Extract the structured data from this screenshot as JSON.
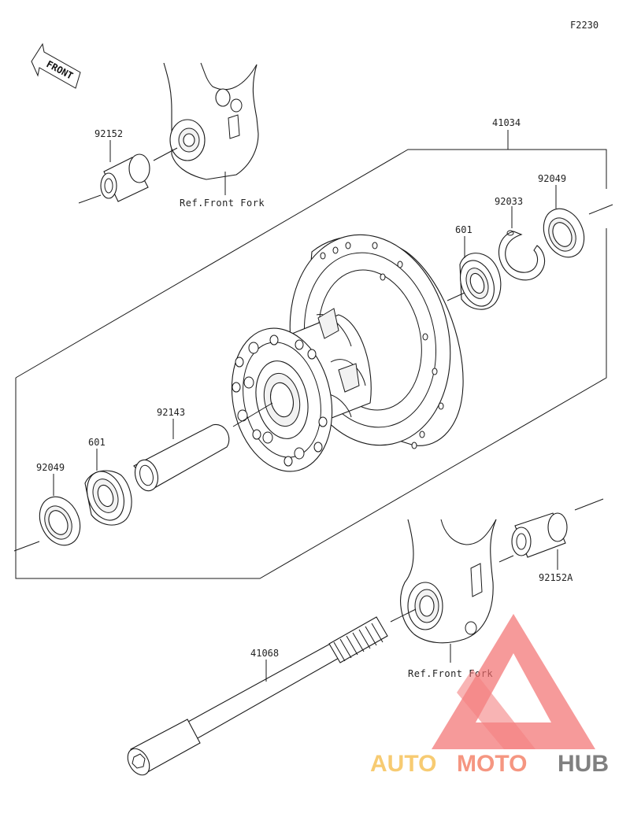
{
  "diagram": {
    "code": "F2230",
    "front_arrow": "FRONT",
    "parts": {
      "p92152": "92152",
      "p41034": "41034",
      "p92049_right": "92049",
      "p92033": "92033",
      "p601_right": "601",
      "p92143": "92143",
      "p601_left": "601",
      "p92049_left": "92049",
      "p92152A": "92152A",
      "p41068": "41068"
    },
    "ref_top": "Ref.Front Fork",
    "ref_bottom": "Ref.Front Fork"
  },
  "watermark": {
    "word_auto": "AUTO",
    "word_moto": "MOTO",
    "word_hub": "HUB",
    "colors": {
      "auto": "#f6c25a",
      "moto": "#f4846c",
      "hub": "#6b6b6b",
      "triangle": "#f26b6b"
    }
  }
}
